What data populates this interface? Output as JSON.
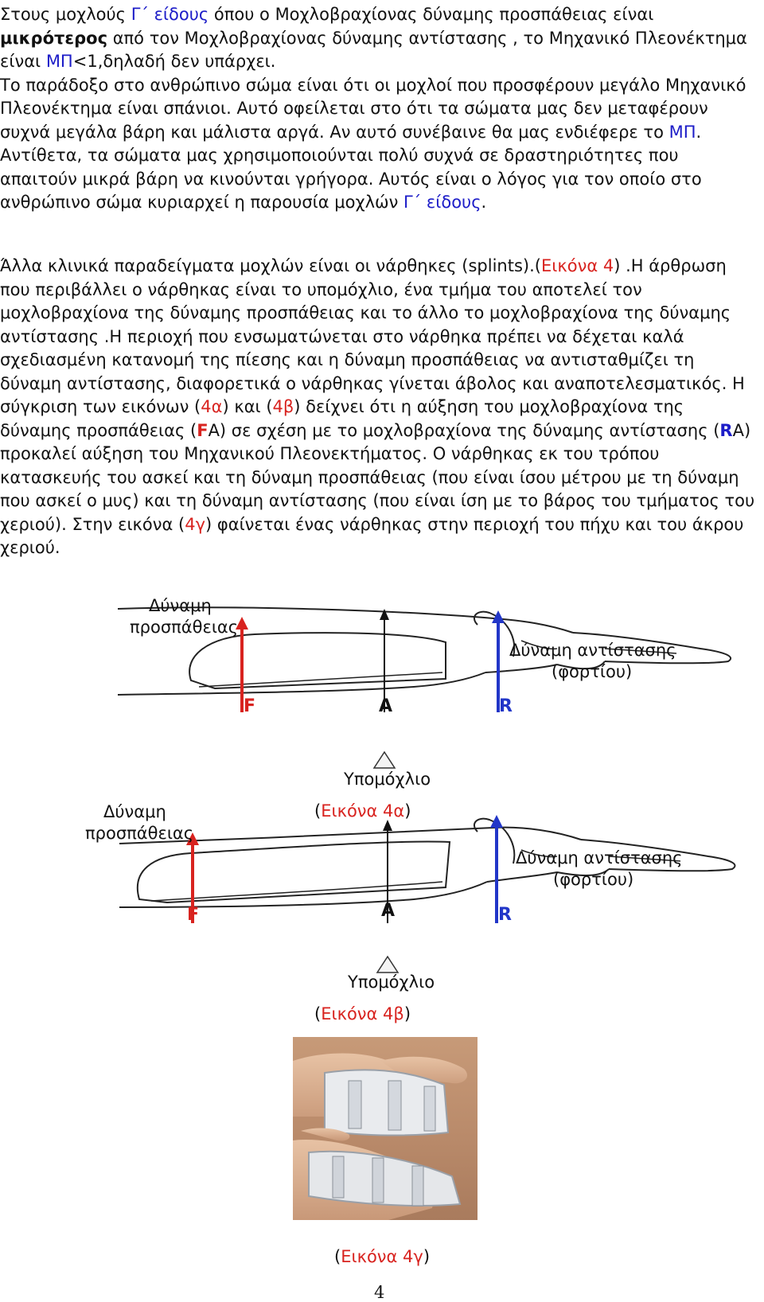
{
  "p1": {
    "s1": "Στους μοχλούς ",
    "s2": "Γ΄ είδους",
    "s3": "  όπου ο Μοχλοβραχίονας δύναμης προσπάθειας   είναι ",
    "s4": "μικρότερος",
    "s5": " από τον Μοχλοβραχίονας δύναμης αντίστασης , το Μηχανικό Πλεονέκτημα είναι ",
    "s6": "ΜΠ",
    "s7": "<1,δηλαδή δεν υπάρχει.",
    "s8": "Το παράδοξο στο ανθρώπινο σώμα είναι ότι οι μοχλοί που προσφέρουν μεγάλο Μηχανικό Πλεονέκτημα είναι σπάνιοι. Αυτό οφείλεται στο ότι τα σώματα μας δεν μεταφέρουν συχνά μεγάλα βάρη και μάλιστα αργά. Αν αυτό συνέβαινε θα μας ενδιέφερε το ",
    "s9": "ΜΠ",
    "s10": ". Αντίθετα, τα σώματα μας χρησιμοποιούνται πολύ συχνά σε δραστηριότητες που απαιτούν μικρά βάρη να κινούνται γρήγορα. Αυτός είναι ο λόγος για τον οποίο στο ανθρώπινο σώμα κυριαρχεί η παρουσία μοχλών ",
    "s11": "Γ΄ είδους",
    "s12": "."
  },
  "p2": {
    "s1": "Άλλα κλινικά παραδείγματα μοχλών είναι οι νάρθηκες  (splints).(",
    "s2": "Εικόνα 4",
    "s3": ") .Η άρθρωση που περιβάλλει ο νάρθηκας είναι το υπομόχλιο, ένα τμήμα του αποτελεί τον μοχλοβραχίονα της δύναμης προσπάθειας και το άλλο το μοχλοβραχίονα της δύναμης αντίστασης .Η περιοχή που ενσωματώνεται στο νάρθηκα πρέπει να δέχεται καλά σχεδιασμένη κατανομή της πίεσης και  η δύναμη προσπάθειας να αντισταθμίζει τη δύναμη αντίστασης, διαφορετικά ο νάρθηκας γίνεται άβολος και αναποτελεσματικός. Η σύγκριση των εικόνων (",
    "s4": "4α",
    "s5": ") και (",
    "s6": "4β",
    "s7": ") δείχνει ότι η αύξηση του μοχλοβραχίονα της δύναμης προσπάθειας (",
    "s8": "F",
    "s9": "Α) σε σχέση με το μοχλοβραχίονα της δύναμης αντίστασης (",
    "s10": "R",
    "s11": "Α) προκαλεί αύξηση του Μηχανικού Πλεονεκτήματος. Ο νάρθηκας εκ του τρόπου κατασκευής του ασκεί και τη δύναμη προσπάθειας (που είναι ίσου μέτρου με τη δύναμη που ασκεί ο μυς) και τη δύναμη αντίστασης (που είναι ίση με το βάρος του τμήματος του χεριού). Στην εικόνα (",
    "s12": "4γ",
    "s13": ") φαίνεται ένας νάρθηκας στην περιοχή του πήχυ και του άκρου χεριού."
  },
  "fig_a": {
    "effort_line1": "Δύναμη",
    "effort_line2": "προσπάθειας",
    "resist_line1": "Δύναμη αντίστασης",
    "resist_line2": "(φορτίου)",
    "f": "F",
    "a": "A",
    "r": "R",
    "fulcrum": "Υπομόχλιο",
    "cap_open": "(",
    "cap_text": "Εικόνα 4α",
    "cap_close": ")"
  },
  "fig_b": {
    "effort_line1": "Δύναμη",
    "effort_line2": "προσπάθειας",
    "resist_line1": "Δύναμη αντίστασης",
    "resist_line2": "(φορτίου)",
    "f": "F",
    "a": "A",
    "r": "R",
    "fulcrum": "Υπομόχλιο",
    "cap_open": "(",
    "cap_text": "Εικόνα 4β",
    "cap_close": ")"
  },
  "fig_c": {
    "cap_open": "(",
    "cap_text": "Εικόνα 4γ",
    "cap_close": ")"
  },
  "page_number": "4",
  "colors": {
    "blue": "#1d1dc8",
    "red": "#d8231f",
    "arrow_blue": "#2236c8",
    "arrow_red": "#d8231f"
  }
}
